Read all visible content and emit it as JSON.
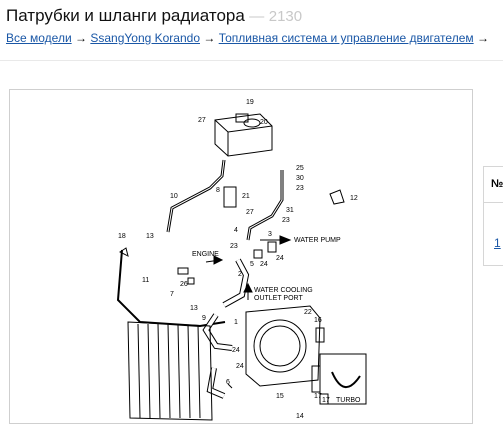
{
  "page": {
    "title": "Патрубки и шланги радиатора",
    "dash": "—",
    "code": "2130"
  },
  "breadcrumbs": [
    {
      "label": "Все модели"
    },
    {
      "label": "SsangYong Korando"
    },
    {
      "label": "Топливная система и управление двигателем"
    }
  ],
  "breadcrumb_separator": "→",
  "diagram": {
    "callouts": [
      "19",
      "20",
      "27",
      "25",
      "30",
      "23",
      "10",
      "8",
      "21",
      "27",
      "12",
      "31",
      "23",
      "13",
      "4",
      "3",
      "WATER PUMP",
      "18",
      "23",
      "5",
      "24",
      "24",
      "ENGINE",
      "11",
      "26",
      "7",
      "2",
      "WATER COOLING",
      "OUTLET PORT",
      "22",
      "1",
      "13",
      "9",
      "16",
      "24",
      "24",
      "6",
      "15",
      "17",
      "14",
      "17",
      "TURBO"
    ]
  },
  "side_table": {
    "header": "№",
    "row_number": "1"
  }
}
